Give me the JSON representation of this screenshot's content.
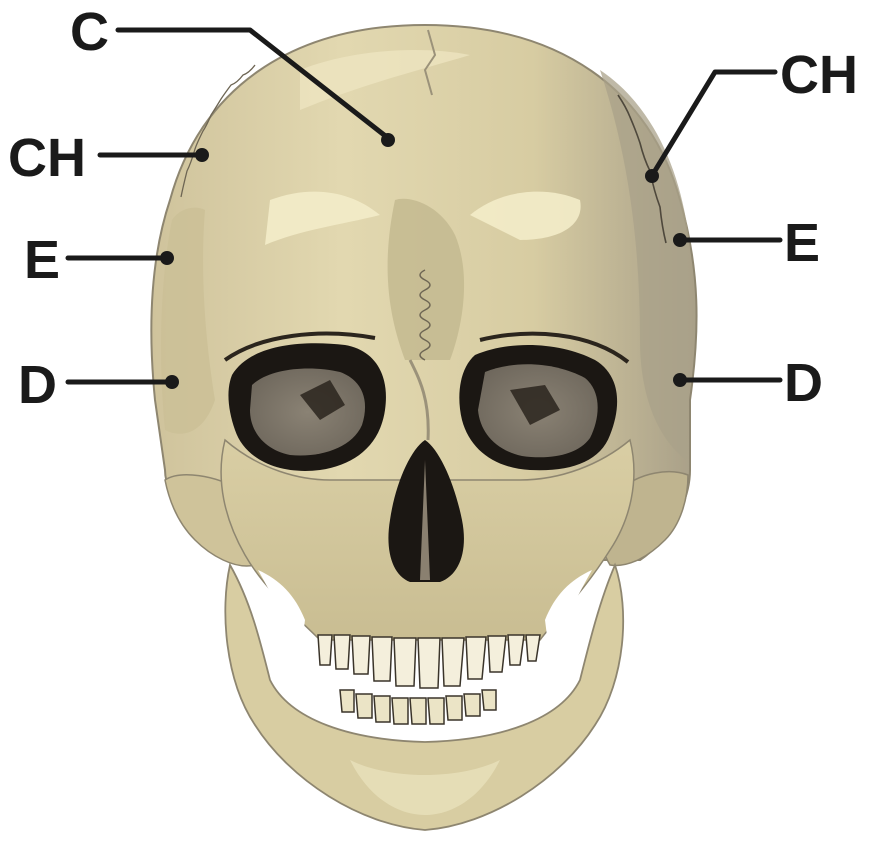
{
  "labels": {
    "top_left": "C",
    "upper_left": "CH",
    "middle_left": "E",
    "lower_left": "D",
    "upper_right": "CH",
    "middle_right": "E",
    "lower_right": "D"
  },
  "colors": {
    "bone_light": "#e0d6ad",
    "bone_mid": "#c8bb8c",
    "bone_shadow": "#a79f87",
    "bone_highlight": "#f3ecc9",
    "cavity_dark": "#1b1713",
    "ink": "#1a1a1a"
  }
}
